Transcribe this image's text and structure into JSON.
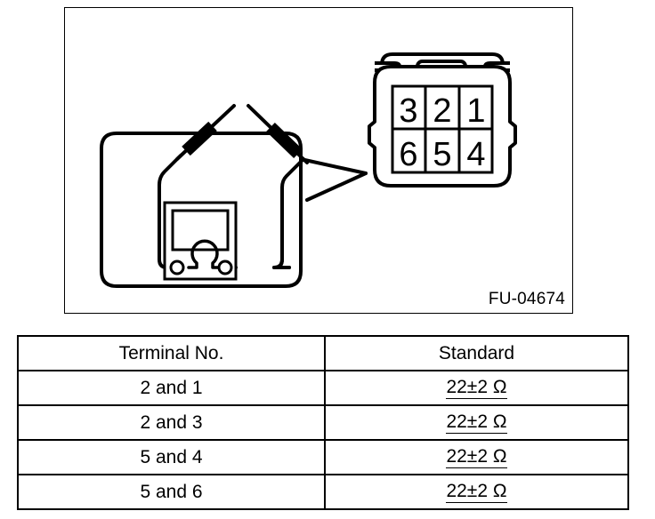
{
  "figure": {
    "id_label": "FU-04674",
    "connector": {
      "name": "6-pin connector",
      "rows": [
        [
          "3",
          "2",
          "1"
        ],
        [
          "6",
          "5",
          "4"
        ]
      ]
    },
    "meter": {
      "name": "ohmmeter",
      "symbol": "Ω",
      "probe_count": 2
    }
  },
  "table": {
    "headers": [
      "Terminal No.",
      "Standard"
    ],
    "rows": [
      {
        "terminal": "2 and 1",
        "standard": "22±2 Ω"
      },
      {
        "terminal": "2 and 3",
        "standard": "22±2 Ω"
      },
      {
        "terminal": "5 and 4",
        "standard": "22±2 Ω"
      },
      {
        "terminal": "5 and 6",
        "standard": "22±2 Ω"
      }
    ]
  },
  "colors": {
    "line": "#000000",
    "background": "#ffffff"
  }
}
